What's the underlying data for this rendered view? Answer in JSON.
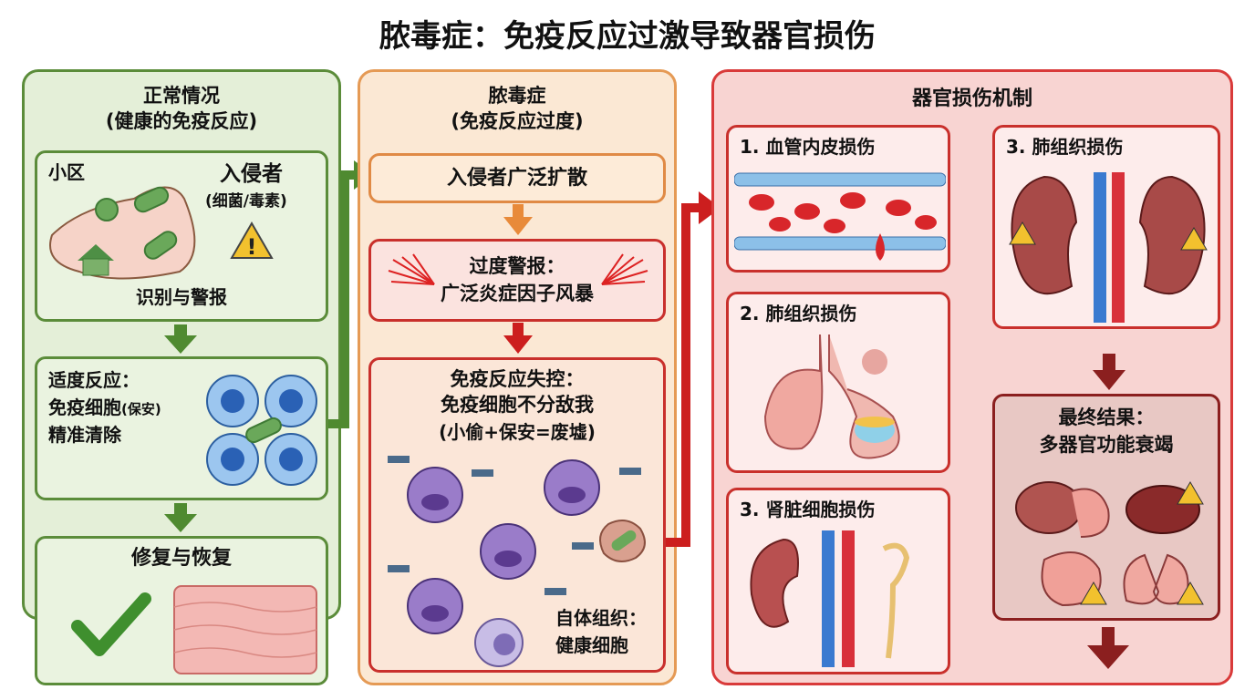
{
  "title": "脓毒症：免疫反应过激导致器官损伤",
  "panel1": {
    "title1": "正常情况",
    "title2": "(健康的免疫反应)",
    "box1": {
      "area_label": "小区",
      "invader": "入侵者",
      "invader_sub": "(细菌/毒素)",
      "caption": "识别与警报"
    },
    "box2": {
      "line1": "适度反应：",
      "line2": "免疫细胞",
      "line2b": "(保安)",
      "line3": "精准清除"
    },
    "box3": {
      "title": "修复与恢复"
    }
  },
  "panel2": {
    "title1": "脓毒症",
    "title2": "(免疫反应过度)",
    "box1": "入侵者广泛扩散",
    "box2": {
      "line1": "过度警报：",
      "line2": "广泛炎症因子风暴"
    },
    "box3": {
      "line1": "免疫反应失控：",
      "line2": "免疫细胞不分敌我",
      "line3": "(小偷+保安=废墟)",
      "self1": "自体组织：",
      "self2": "健康细胞"
    }
  },
  "panel3": {
    "title": "器官损伤机制",
    "vessel": "1. 血管内皮损伤",
    "lung": "2. 肺组织损伤",
    "kidney": "3. 肾脏细胞损伤",
    "lung2": "3. 肺组织损伤",
    "final1": "最终结果：",
    "final2": "多器官功能衰竭"
  },
  "colors": {
    "green": "#5b8c3a",
    "orange": "#e59a55",
    "red": "#d93a3a",
    "darkred": "#8b1f1f"
  }
}
